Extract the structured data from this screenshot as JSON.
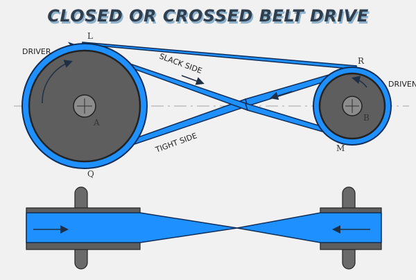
{
  "title": "CLOSED OR CROSSED BELT DRIVE",
  "labels": {
    "driver": "DRIVER",
    "driven": "DRIVEN",
    "slack_side": "SLACK SIDE",
    "tight_side": "TIGHT SIDE",
    "point_l": "L",
    "point_q": "Q",
    "point_r": "R",
    "point_m": "M",
    "point_a": "A",
    "point_b": "B"
  },
  "colors": {
    "background": "#f1f1f1",
    "belt": "#1e90ff",
    "belt_edge": "#0f2d57",
    "pulley": "#5e5e5e",
    "pulley_edge": "#222222",
    "hub": "#8c8c8c",
    "shaft": "#6a6a6a",
    "title_fill": "#2f3f4f",
    "title_shadow": "#8fb2ca"
  },
  "icons": [
    "rotation-arrow-icon",
    "belt-direction-arrow-icon",
    "centerline"
  ]
}
